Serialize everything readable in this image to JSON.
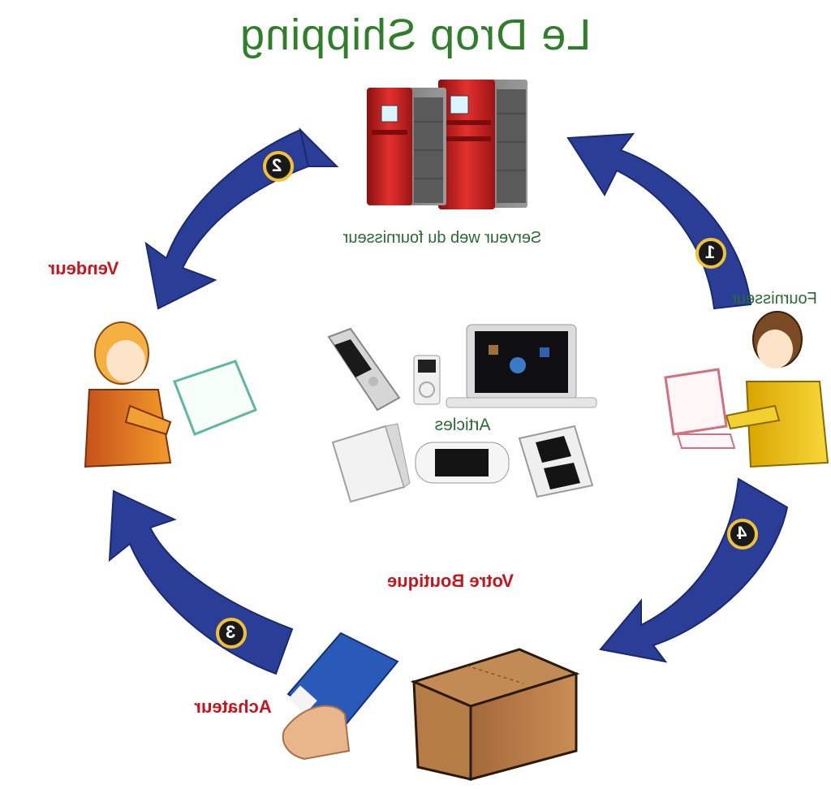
{
  "title": "Le Drop Shipping",
  "labels": {
    "server": "Serveur web du fournisseur",
    "seller": "Vendeur",
    "supplier": "Fournisseur",
    "articles": "Articles",
    "shop": "Votre Boutique",
    "buyer": "Achateur"
  },
  "steps": [
    "1",
    "2",
    "3",
    "4"
  ],
  "colors": {
    "title": "#2f7e2a",
    "arrow": "#2a3e98",
    "label_red": "#c4161c",
    "label_green": "#2a6b33"
  }
}
